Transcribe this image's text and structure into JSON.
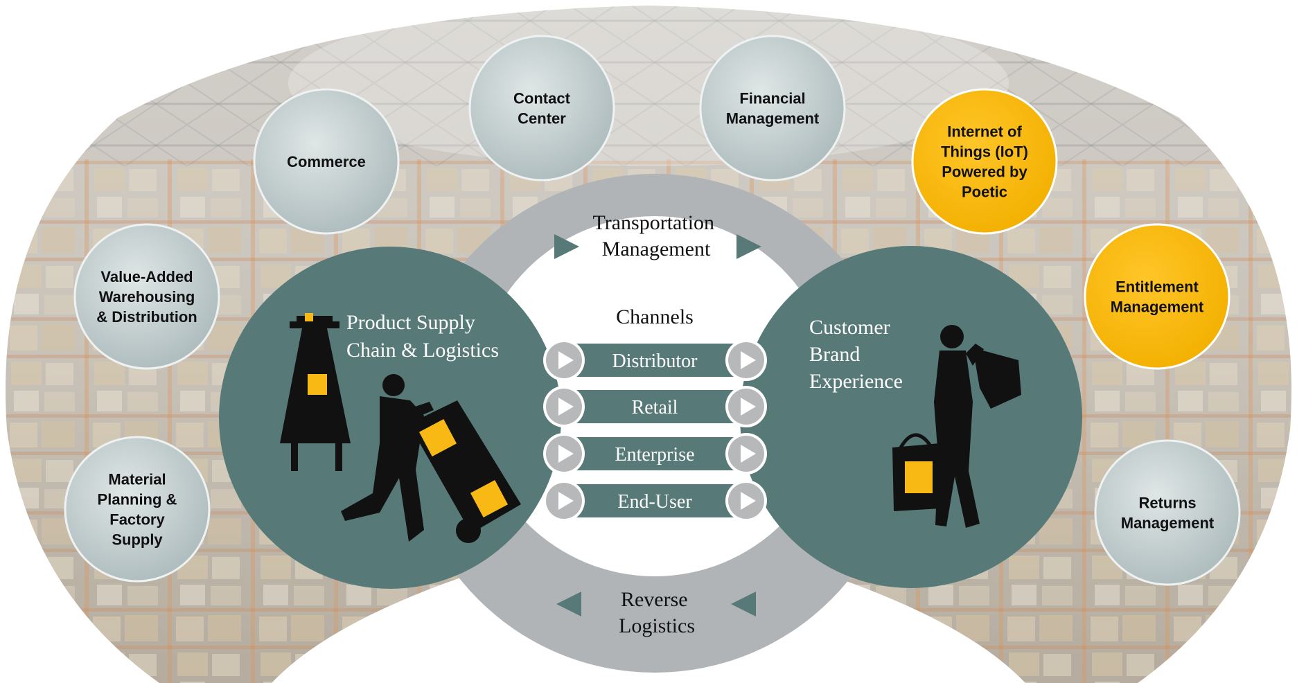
{
  "colors": {
    "teal": "#577a78",
    "ring_gray": "#b1b4b6",
    "bubble_gray": "#c2cccc",
    "bubble_gold": "#fbbc12",
    "accent_yellow": "#f9b915",
    "silhouette": "#111111"
  },
  "satellites": [
    {
      "id": "material-planning",
      "lines": [
        "Material",
        "Planning &",
        "Factory",
        "Supply"
      ],
      "highlight": false
    },
    {
      "id": "value-added",
      "lines": [
        "Value-Added",
        "Warehousing",
        "& Distribution"
      ],
      "highlight": false
    },
    {
      "id": "commerce",
      "lines": [
        "Commerce"
      ],
      "highlight": false
    },
    {
      "id": "contact-center",
      "lines": [
        "Contact",
        "Center"
      ],
      "highlight": false
    },
    {
      "id": "financial-management",
      "lines": [
        "Financial",
        "Management"
      ],
      "highlight": false
    },
    {
      "id": "iot",
      "lines": [
        "Internet of",
        "Things (IoT)",
        "Powered by",
        "Poetic"
      ],
      "highlight": true
    },
    {
      "id": "entitlement-management",
      "lines": [
        "Entitlement",
        "Management"
      ],
      "highlight": true
    },
    {
      "id": "returns-management",
      "lines": [
        "Returns",
        "Management"
      ],
      "highlight": false
    }
  ],
  "top_ring": {
    "lines": [
      "Transportation",
      "Management"
    ]
  },
  "bottom_ring": {
    "lines": [
      "Reverse",
      "Logistics"
    ]
  },
  "left_hub": {
    "lines": [
      "Product Supply",
      "Chain & Logistics"
    ],
    "icons": [
      "conveyor-icon",
      "worker-hand-truck-icon"
    ]
  },
  "right_hub": {
    "lines": [
      "Customer",
      "Brand",
      "Experience"
    ],
    "icons": [
      "shopper-icon"
    ]
  },
  "channels": {
    "title": "Channels",
    "items": [
      "Distributor",
      "Retail",
      "Enterprise",
      "End-User"
    ]
  }
}
